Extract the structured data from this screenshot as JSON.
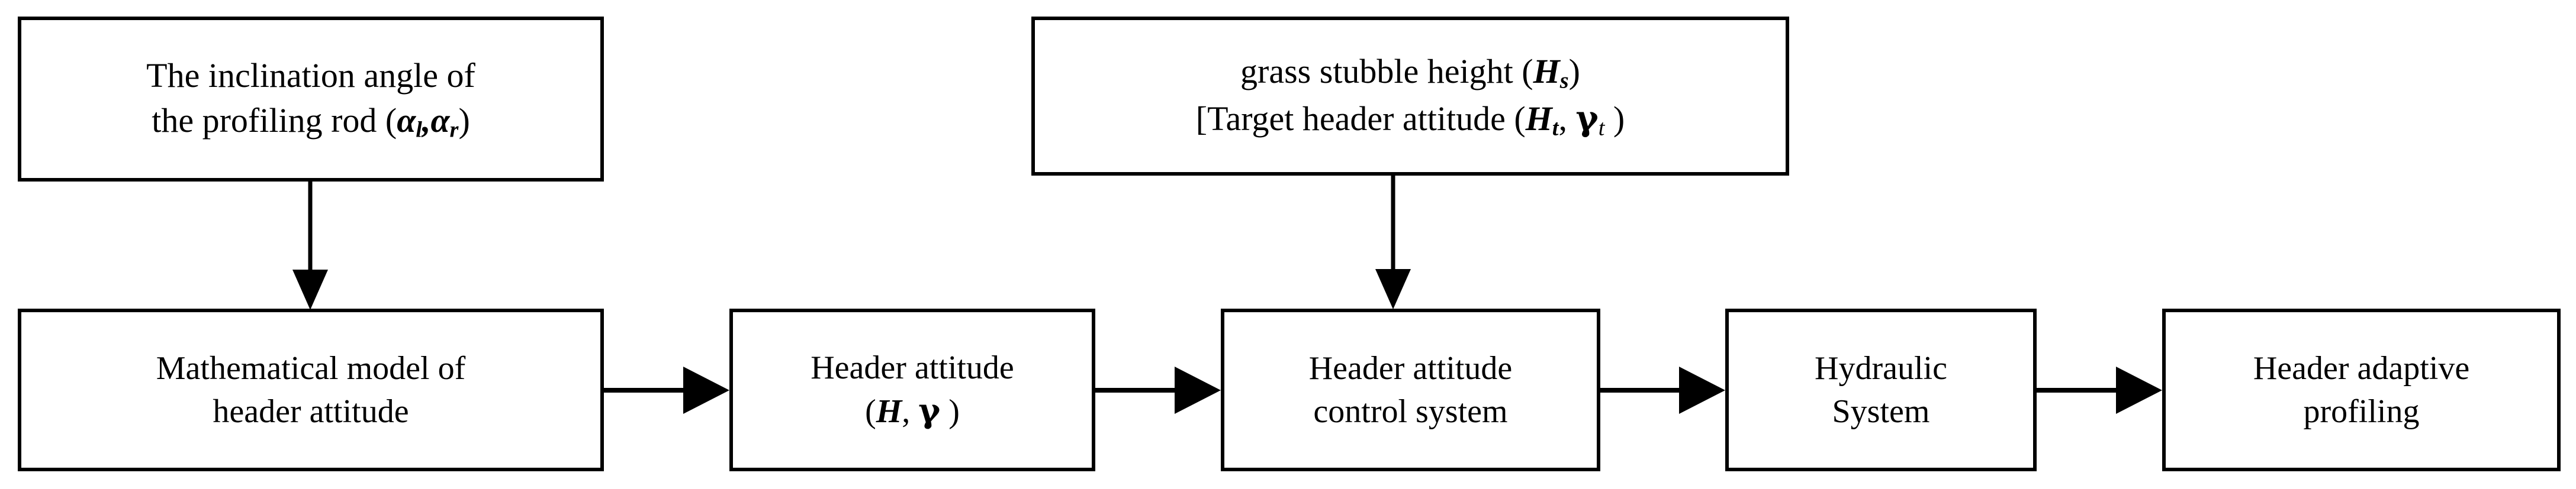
{
  "diagram": {
    "type": "flowchart",
    "orientation": "left-to-right with two top inputs",
    "background_color": "#ffffff",
    "line_color": "#000000",
    "nodes": {
      "inclination_angle": {
        "line1": "The inclination angle of",
        "line2_prefix": "the profiling rod  (",
        "line2_sym1": "α",
        "line2_sub1": "l",
        "line2_comma": ",",
        "line2_sym2": "α",
        "line2_sub2": "r",
        "line2_suffix": ")",
        "plain_text": "The inclination angle of the profiling rod (αl, αr)"
      },
      "grass_stubble": {
        "line1_prefix": "grass stubble height (",
        "line1_sym": "H",
        "line1_sub": "s",
        "line1_suffix": ")",
        "line2_prefix": "[Target header attitude (",
        "line2_sym1": "H",
        "line2_sub1": "t",
        "line2_comma": ", ",
        "line2_sym2": "γ",
        "line2_sub2": "t",
        "line2_suffix": " )",
        "plain_text": "grass stubble height (Hs) [Target header attitude (Ht , γt )"
      },
      "math_model": {
        "line1": "Mathematical model of",
        "line2": "header attitude",
        "plain_text": "Mathematical model of header attitude"
      },
      "header_attitude": {
        "line1": "Header attitude",
        "line2_prefix": "(",
        "line2_sym1": "H",
        "line2_comma": ", ",
        "line2_sym2": "γ",
        "line2_suffix": " )",
        "plain_text": "Header attitude (H, γ )"
      },
      "control_system": {
        "line1": "Header attitude",
        "line2": "control system",
        "plain_text": "Header attitude control system"
      },
      "hydraulic_system": {
        "line1": "Hydraulic",
        "line2": "System",
        "plain_text": "Hydraulic System"
      },
      "adaptive_profiling": {
        "line1": "Header adaptive",
        "line2": "profiling",
        "plain_text": "Header adaptive profiling"
      }
    },
    "edges": [
      {
        "from": "inclination_angle",
        "to": "math_model",
        "direction": "down"
      },
      {
        "from": "grass_stubble",
        "to": "control_system",
        "direction": "down"
      },
      {
        "from": "math_model",
        "to": "header_attitude",
        "direction": "right"
      },
      {
        "from": "header_attitude",
        "to": "control_system",
        "direction": "right"
      },
      {
        "from": "control_system",
        "to": "hydraulic_system",
        "direction": "right"
      },
      {
        "from": "hydraulic_system",
        "to": "adaptive_profiling",
        "direction": "right"
      }
    ]
  }
}
